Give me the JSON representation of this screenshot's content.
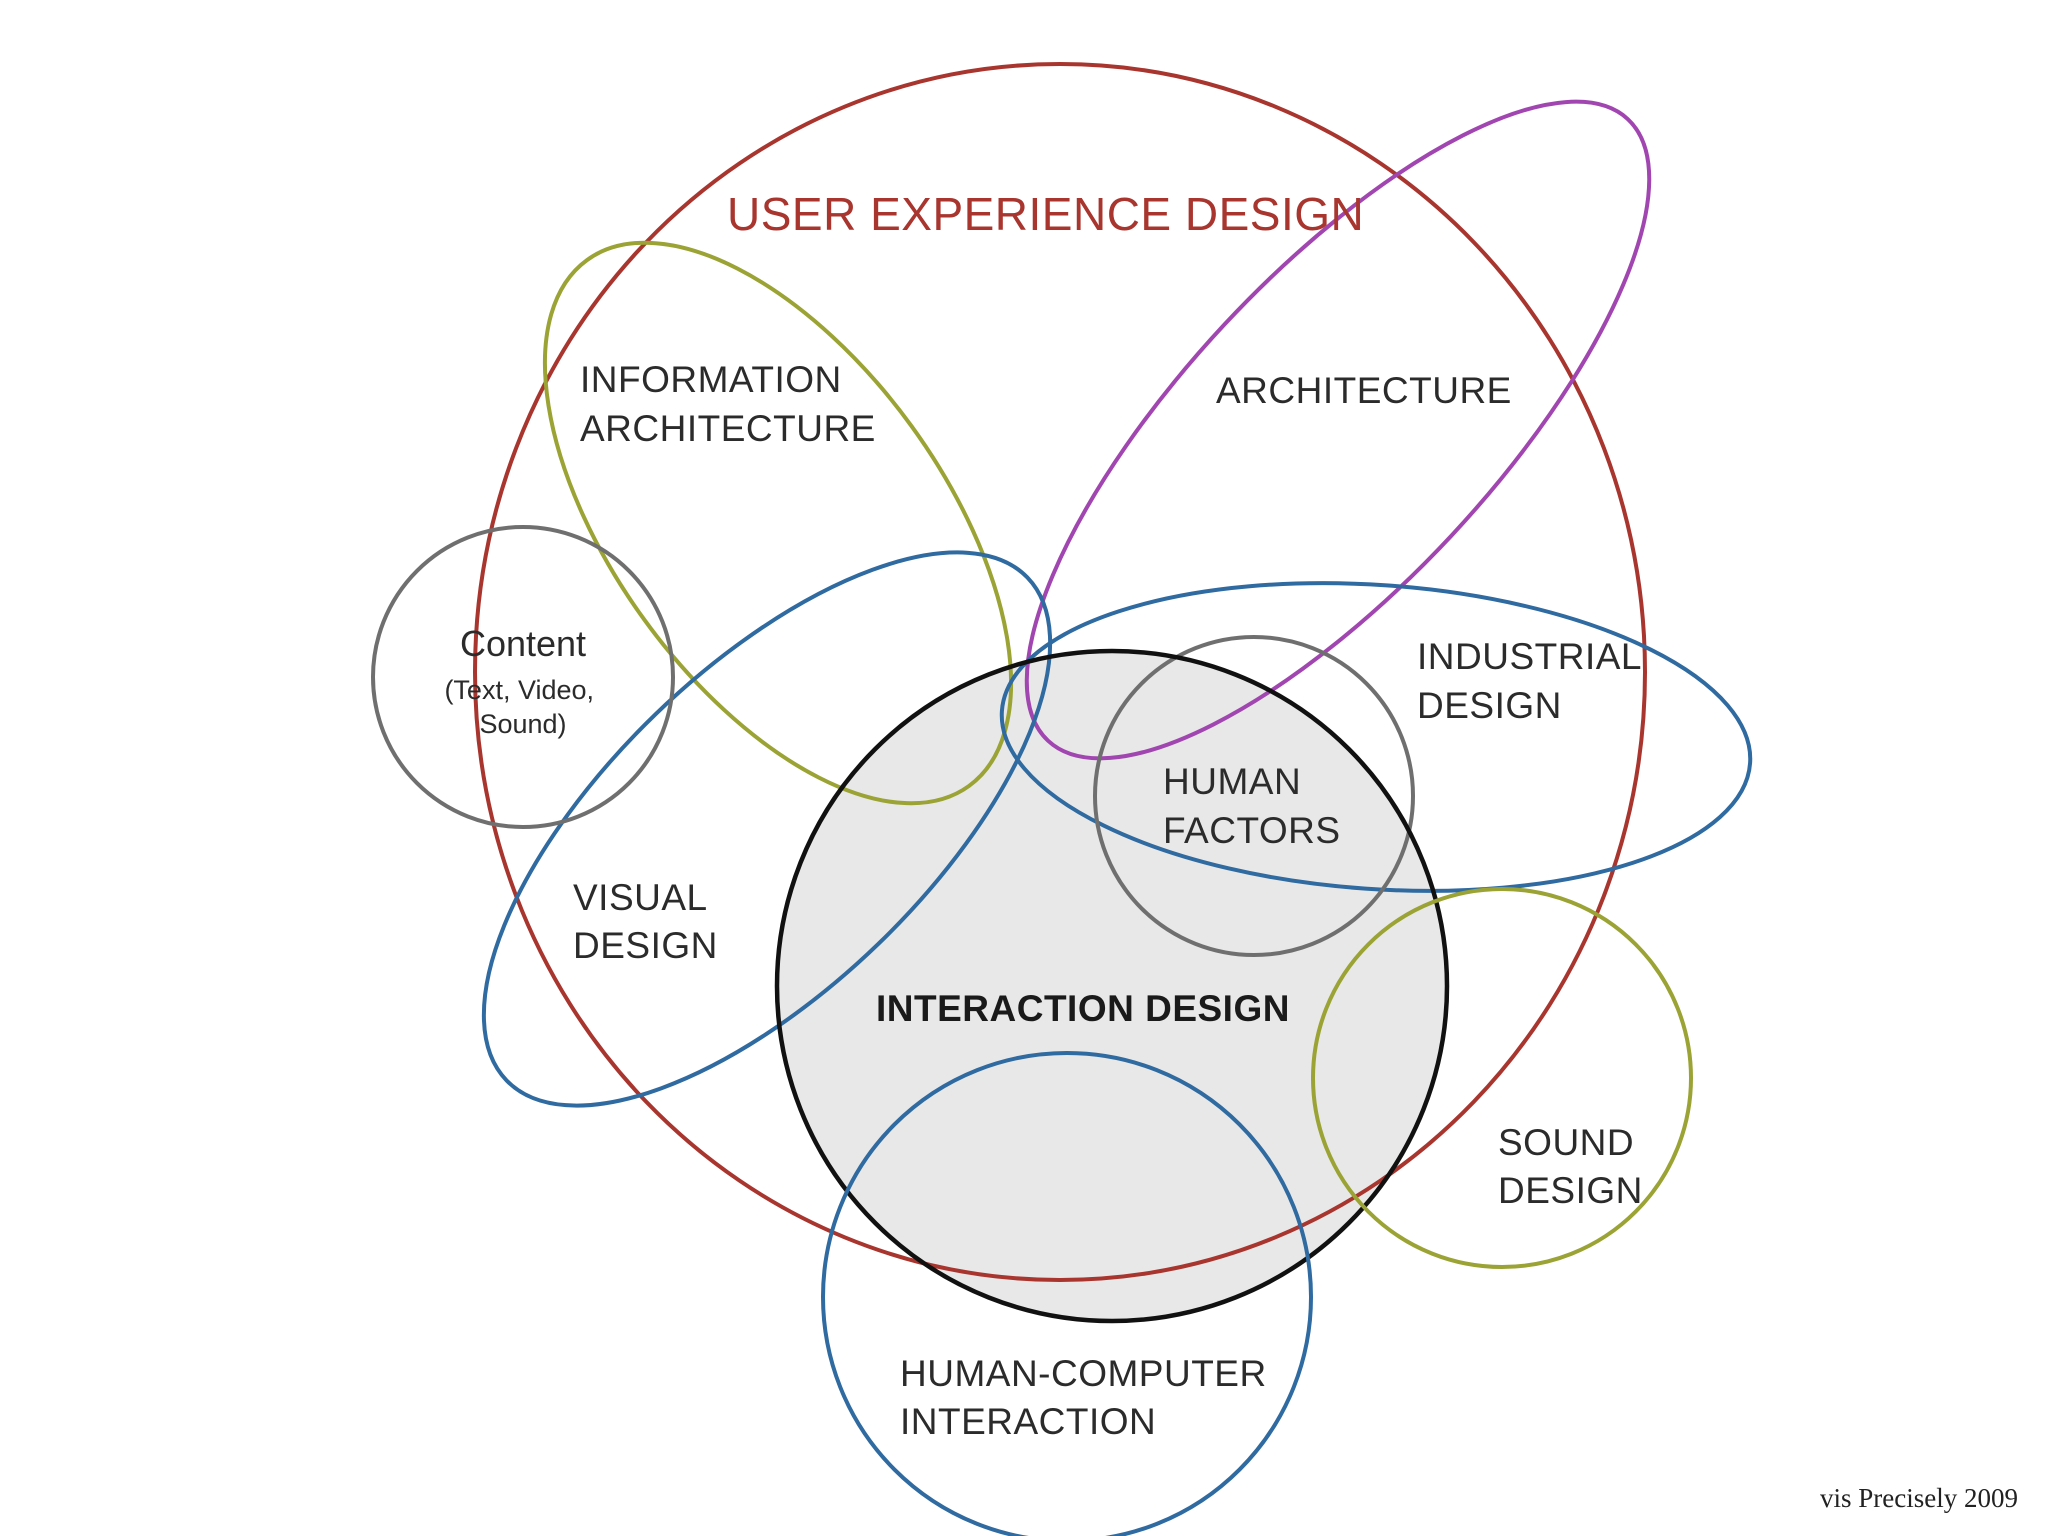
{
  "colors": {
    "ux": "#a8352e",
    "architecture": "#a146b0",
    "information_architecture": "#9aa334",
    "visual": "#2f6aa0",
    "industrial": "#2f6aa0",
    "hci": "#2f6aa0",
    "content": "#6f6f6f",
    "human_factors": "#6f6f6f",
    "interaction": "#111111",
    "interaction_fill": "#e8e8e8",
    "sound": "#9aa334"
  },
  "labels": {
    "ux_title": "USER EXPERIENCE DESIGN",
    "information_architecture": [
      "INFORMATION",
      "ARCHITECTURE"
    ],
    "architecture": "ARCHITECTURE",
    "content": "Content",
    "content_sub": [
      "(Text, Video,",
      "Sound)"
    ],
    "industrial_design": [
      "INDUSTRIAL",
      "DESIGN"
    ],
    "human_factors": [
      "HUMAN",
      "FACTORS"
    ],
    "visual_design": [
      "VISUAL",
      "DESIGN"
    ],
    "interaction_design": "INTERACTION DESIGN",
    "sound_design": [
      "SOUND",
      "DESIGN"
    ],
    "hci": [
      "HUMAN-COMPUTER",
      "INTERACTION"
    ]
  },
  "credit": "vis Precisely 2009"
}
